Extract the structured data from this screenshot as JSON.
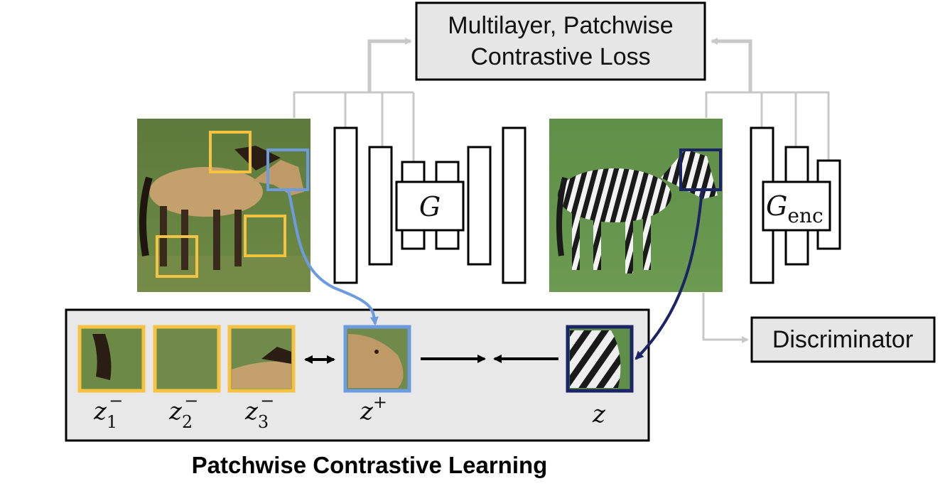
{
  "loss_box": {
    "line1": "Multilayer, Patchwise",
    "line2": "Contrastive Loss"
  },
  "generator": {
    "label": "G"
  },
  "encoder": {
    "label_main": "G",
    "label_sub": "enc"
  },
  "discriminator": {
    "label": "Discriminator"
  },
  "patches": {
    "neg1": {
      "base": "z",
      "sub": "1",
      "sup": "−"
    },
    "neg2": {
      "base": "z",
      "sub": "2",
      "sup": "−"
    },
    "neg3": {
      "base": "z",
      "sub": "3",
      "sup": "−"
    },
    "pos": {
      "base": "z",
      "sup": "+"
    },
    "query": {
      "base": "z"
    }
  },
  "panel_title": "Patchwise Contrastive Learning",
  "colors": {
    "negative": "#f5c242",
    "positive": "#6d9be0",
    "query": "#1a2466",
    "connector": "#c8c8c8",
    "panel_bg": "#e8e8e8",
    "box_bg": "#e6e6e6"
  }
}
